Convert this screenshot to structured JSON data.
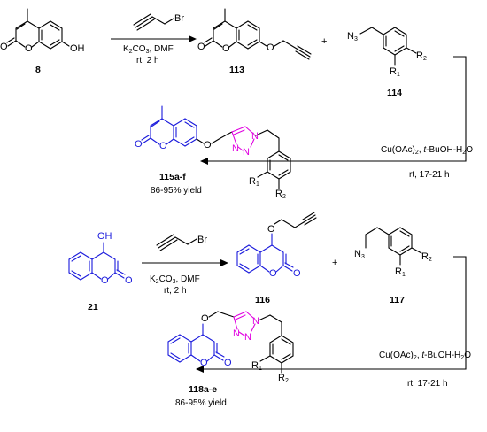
{
  "top": {
    "start_label": "8",
    "start_oh": "OH",
    "reagent1": "Br",
    "cond1_a": "K",
    "cond1_a_sub": "2",
    "cond1_a_rest": "CO",
    "cond1_a_sub2": "3",
    "cond1_a_end": ", DMF",
    "cond1_b": "rt, 2 h",
    "intermediate_label": "113",
    "plus": "+",
    "azide_n3": "N",
    "azide_n3_sub": "3",
    "azide_label": "114",
    "r1": "R",
    "r1_sub": "1",
    "r2": "R",
    "r2_sub": "2",
    "cond2_a_pre": "Cu(OAc)",
    "cond2_a_sub": "2",
    "cond2_a_mid": ", ",
    "cond2_a_italic": "t",
    "cond2_a_end": "-BuOH-H",
    "cond2_a_sub2": "2",
    "cond2_a_tail": "O",
    "cond2_b": "rt, 17-21 h",
    "product_label": "115a-f",
    "product_yield": "86-95% yield",
    "o": "O",
    "n": "N"
  },
  "bottom": {
    "start_label": "21",
    "start_oh": "OH",
    "reagent1": "Br",
    "cond1_a": "K",
    "cond1_a_sub": "2",
    "cond1_a_rest": "CO",
    "cond1_a_sub2": "3",
    "cond1_a_end": ", DMF",
    "cond1_b": "rt, 2 h",
    "intermediate_label": "116",
    "plus": "+",
    "azide_n3": "N",
    "azide_n3_sub": "3",
    "azide_label": "117",
    "r1": "R",
    "r1_sub": "1",
    "r2": "R",
    "r2_sub": "2",
    "cond2_a_pre": "Cu(OAc)",
    "cond2_a_sub": "2",
    "cond2_a_mid": ", ",
    "cond2_a_italic": "t",
    "cond2_a_end": "-BuOH-H",
    "cond2_a_sub2": "2",
    "cond2_a_tail": "O",
    "cond2_b": "rt, 17-21 h",
    "product_label": "118a-e",
    "product_yield": "86-95% yield",
    "o": "O",
    "n": "N"
  }
}
